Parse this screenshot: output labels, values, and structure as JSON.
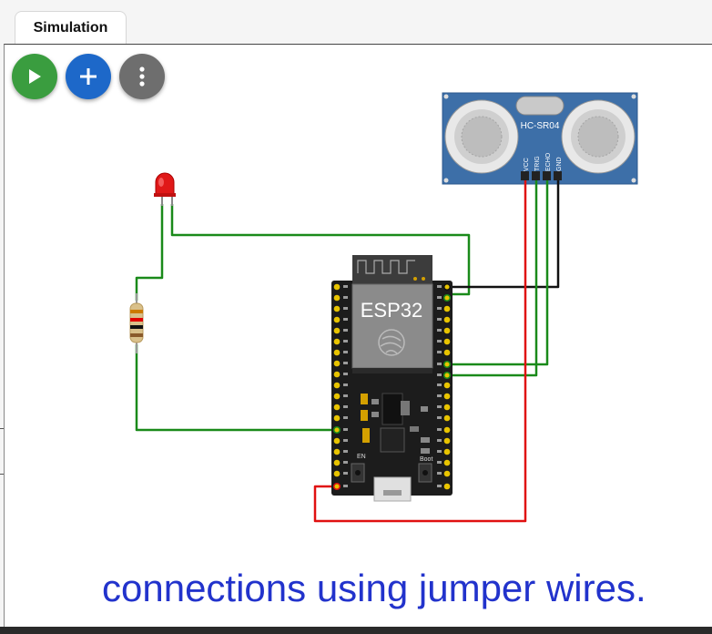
{
  "tabs": [
    {
      "label": "Simulation"
    }
  ],
  "toolbar": {
    "play_icon": "play-icon",
    "add_icon": "plus-icon",
    "more_icon": "more-vertical-icon"
  },
  "components": {
    "sensor_label": "HC-SR04",
    "sensor_pins": [
      "VCC",
      "TRIG",
      "ECHO",
      "GND"
    ],
    "board_label": "ESP32",
    "boot_label": "Boot",
    "en_label": "EN"
  },
  "caption": "connections using jumper wires.",
  "colors": {
    "wire_green": "#1a8a1a",
    "wire_red": "#e01010",
    "wire_black": "#111111",
    "caption": "#2233cc",
    "sensor_board": "#3d6fa8",
    "esp_board": "#1c1c1c"
  }
}
